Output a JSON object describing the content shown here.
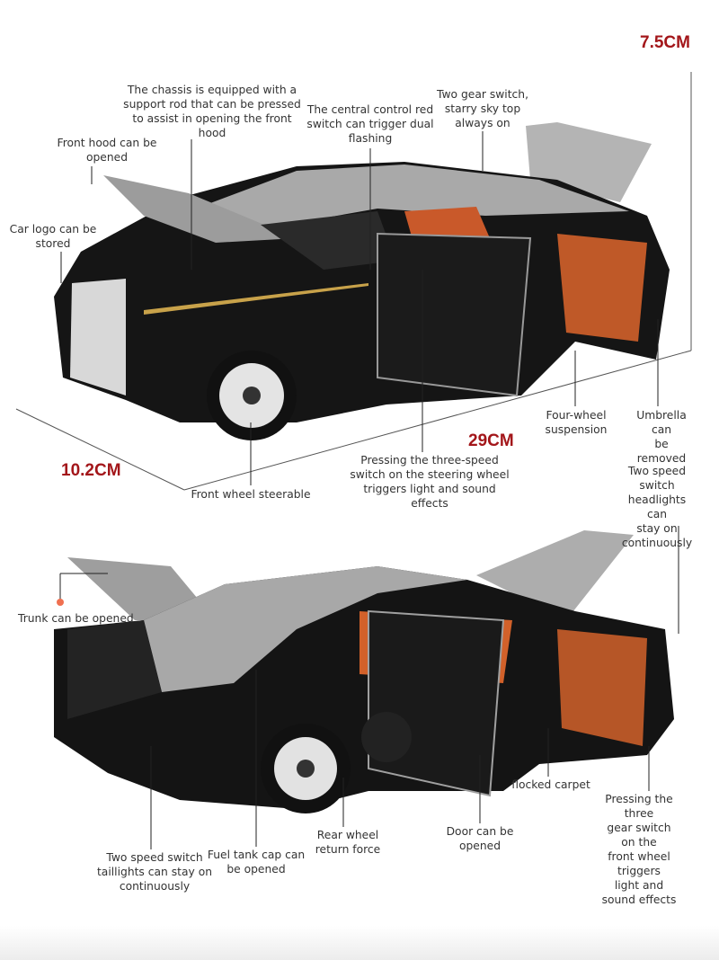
{
  "dimensions": {
    "height": "7.5CM",
    "length": "29CM",
    "width": "10.2CM"
  },
  "colors": {
    "dimension_text": "#a3161a",
    "body_black": "#141414",
    "body_silver": "#a9a9a9",
    "interior_orange": "#d2612a"
  },
  "top_view_labels": {
    "chassis_rod": "The chassis is equipped with a\nsupport rod that can be pressed\nto assist in opening the front\nhood",
    "central_switch": "The central control red\nswitch can trigger dual\nflashing",
    "starry_sky": "Two gear switch,\nstarry sky top\nalways on",
    "front_hood": "Front hood can be\nopened",
    "car_logo": "Car logo can be\nstored",
    "suspension": "Four-wheel\nsuspension",
    "umbrella": "Umbrella can\nbe removed",
    "steering_switch": "Pressing the three-speed\nswitch on the steering wheel\ntriggers light and sound\neffects",
    "front_wheel": "Front wheel steerable"
  },
  "bottom_view_labels": {
    "headlights": "Two speed switch\nheadlights can\nstay on\ncontinuously",
    "trunk": "Trunk can be opened",
    "carpet": "flocked carpet",
    "front_wheel_switch": "Pressing the three\ngear switch on the\nfront wheel triggers\nlight and sound effects",
    "rear_wheel": "Rear wheel\nreturn force",
    "door": "Door can be\nopened",
    "taillights": "Two speed switch\ntaillights can stay on\ncontinuously",
    "fuel_cap": "Fuel tank cap can\nbe opened"
  }
}
